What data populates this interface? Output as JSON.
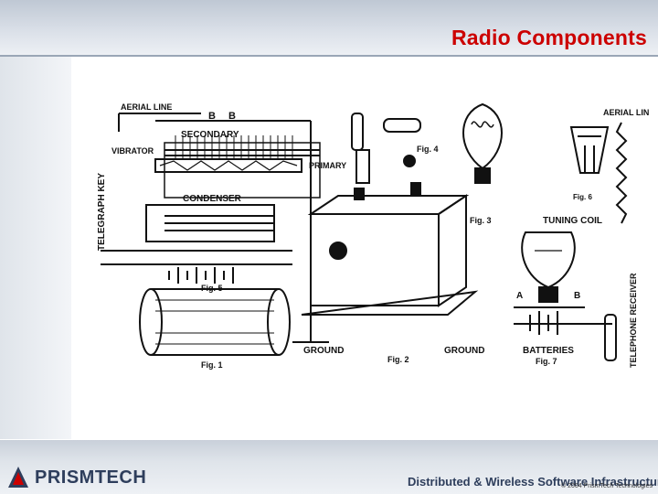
{
  "slide": {
    "title": "Radio Components"
  },
  "figure": {
    "labels": {
      "aerial_line_left": "AERIAL LINE",
      "b_left": "B",
      "b_right": "B",
      "secondary": "SECONDARY",
      "vibrator": "VIBRATOR",
      "telegraph_key": "TELEGRAPH KEY",
      "primary": "PRIMARY",
      "condenser": "CONDENSER",
      "fig5": "Fig. 5",
      "fig1": "Fig. 1",
      "ground_left": "GROUND",
      "fig4": "Fig. 4",
      "fig2": "Fig. 2",
      "ground_mid": "GROUND",
      "fig3": "Fig. 3",
      "aerial_line_right": "AERIAL LINE",
      "fig6": "Fig. 6",
      "tuning_coil": "TUNING COIL",
      "a_label": "A",
      "b_label": "B",
      "batteries": "BATTERIES",
      "fig7": "Fig. 7",
      "telephone_receiver": "TELEPHONE RECEIVER"
    }
  },
  "footer": {
    "logo_text": "PRISMTECH",
    "tagline": "Distributed & Wireless Software Infrastructure",
    "copyright": "© 2004 PrismTech Technologies"
  },
  "colors": {
    "title": "#cc0000",
    "brand": "#2e3e5c"
  }
}
